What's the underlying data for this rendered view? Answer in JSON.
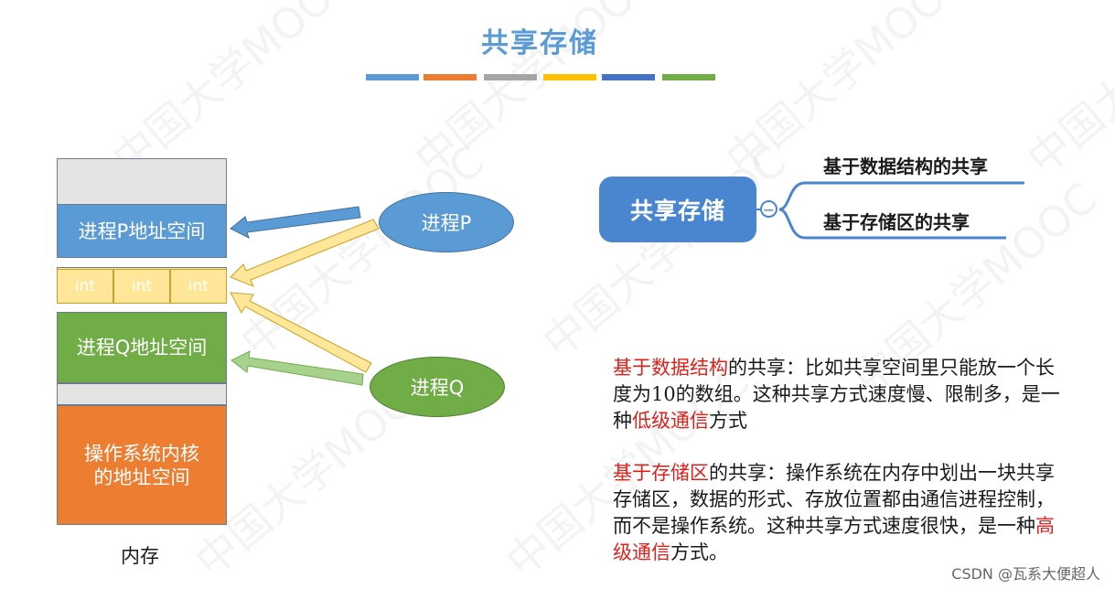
{
  "slide": {
    "title": "共享存储",
    "title_stripe_colors": [
      "#5b9bd5",
      "#ed7d31",
      "#a5a5a5",
      "#ffc000",
      "#4472c4",
      "#70ad47"
    ],
    "watermark": "中国大学MOOC"
  },
  "memory": {
    "blocks": [
      {
        "label": "",
        "color": "#e4e4e4"
      },
      {
        "label": "进程P地址空间",
        "color": "#5b9bd5"
      },
      {
        "label": "",
        "color": "#ffe699"
      },
      {
        "label": "进程Q地址空间",
        "color": "#70ad47"
      },
      {
        "label": "",
        "color": "#e4e4e4"
      },
      {
        "label": "操作系统内核\n的地址空间",
        "color": "#ed7d31"
      }
    ],
    "shared_cells": [
      "int",
      "int",
      "int"
    ],
    "caption": "内存"
  },
  "processes": [
    {
      "label": "进程P",
      "color": "#5b9bd5"
    },
    {
      "label": "进程Q",
      "color": "#70ad47"
    }
  ],
  "mindmap": {
    "central": "共享存储",
    "branches": [
      "基于数据结构的共享",
      "基于存储区的共享"
    ],
    "collapse_symbol": "−"
  },
  "descriptions": {
    "para1": {
      "term": "基于数据结构",
      "body_a": "的共享：比如共享空间里只能放一个长度为10的数组。这种共享方式速度慢、限制多，是一种",
      "level": "低级通信",
      "body_b": "方式"
    },
    "para2": {
      "term": "基于存储区",
      "body_a": "的共享：操作系统在内存中划出一块共享存储区，数据的形式、存放位置都由通信进程控制，而不是操作系统。这种共享方式速度很快，是一种",
      "level": "高级通信",
      "body_b": "方式。"
    }
  },
  "footer": "CSDN @瓦系大便超人"
}
